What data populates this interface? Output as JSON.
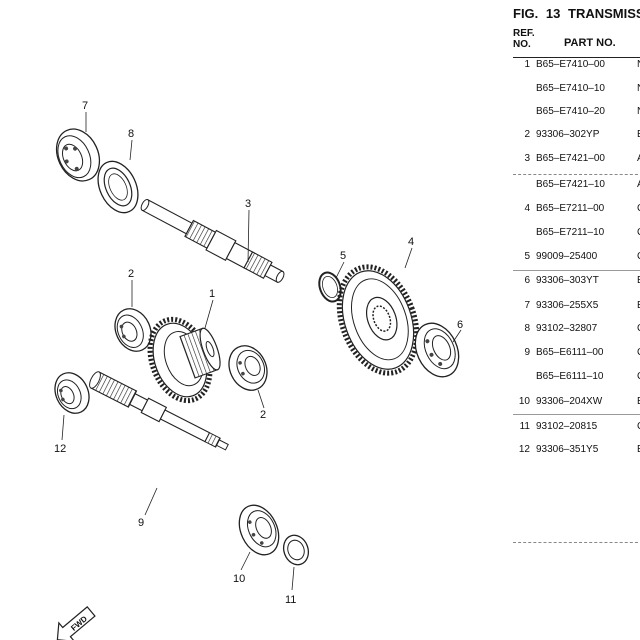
{
  "figure": {
    "label": "FIG.",
    "number": "13",
    "title": "TRANSMISS"
  },
  "table": {
    "ref_header": [
      "REF.",
      "NO."
    ],
    "part_header": "PART NO.",
    "rows": [
      {
        "ref": "1",
        "part_no": "B65–E7410–00",
        "cut": "N"
      },
      {
        "ref": "",
        "part_no": "B65–E7410–10",
        "cut": "N"
      },
      {
        "ref": "",
        "part_no": "B65–E7410–20",
        "cut": "N"
      },
      {
        "ref": "2",
        "part_no": "93306–302YP",
        "cut": "E"
      },
      {
        "ref": "3",
        "part_no": "B65–E7421–00",
        "cut": "A"
      },
      {
        "ref": "",
        "part_no": "B65–E7421–10",
        "cut": "A"
      },
      {
        "ref": "4",
        "part_no": "B65–E7211–00",
        "cut": "C"
      },
      {
        "ref": "",
        "part_no": "B65–E7211–10",
        "cut": "C"
      },
      {
        "ref": "5",
        "part_no": "99009–25400",
        "cut": "C"
      },
      {
        "ref": "6",
        "part_no": "93306–303YT",
        "cut": "E"
      },
      {
        "ref": "7",
        "part_no": "93306–255X5",
        "cut": "E"
      },
      {
        "ref": "8",
        "part_no": "93102–32807",
        "cut": "C"
      },
      {
        "ref": "9",
        "part_no": "B65–E6111–00",
        "cut": "C"
      },
      {
        "ref": "",
        "part_no": "B65–E6111–10",
        "cut": "C"
      },
      {
        "ref": "10",
        "part_no": "93306–204XW",
        "cut": "E"
      },
      {
        "ref": "11",
        "part_no": "93102–20815",
        "cut": "C"
      },
      {
        "ref": "12",
        "part_no": "93306–351Y5",
        "cut": "E"
      }
    ]
  },
  "diagram": {
    "callouts": [
      "7",
      "8",
      "3",
      "2",
      "1",
      "5",
      "4",
      "6",
      "2",
      "12",
      "9",
      "10",
      "11"
    ],
    "fwd_label": "FWD"
  }
}
